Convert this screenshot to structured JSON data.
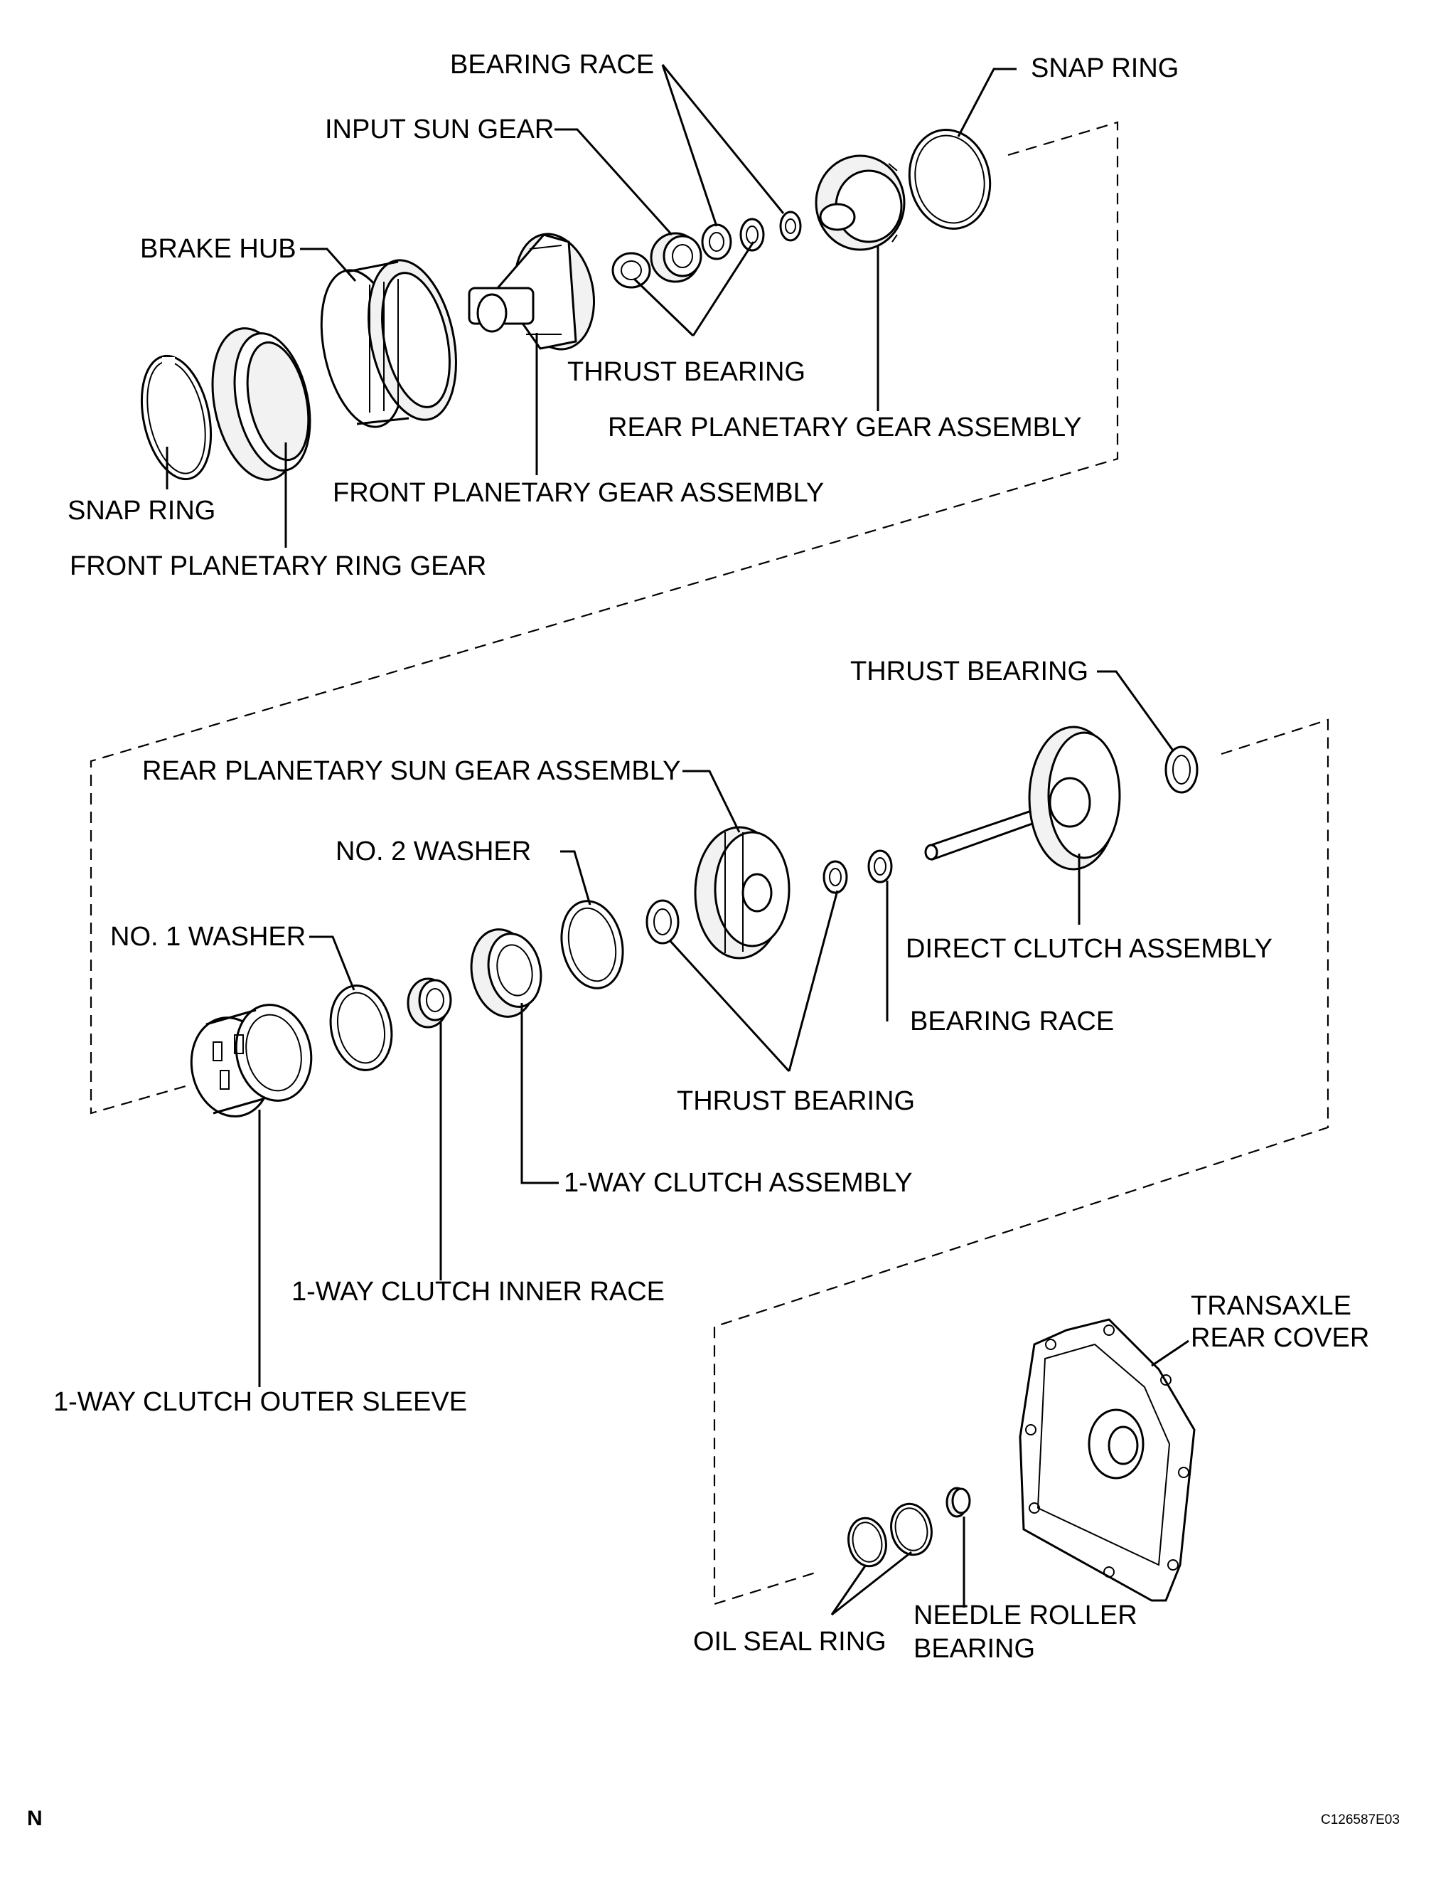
{
  "labels": {
    "bearing_race_top": "BEARING RACE",
    "snap_ring_top": "SNAP RING",
    "input_sun_gear": "INPUT SUN GEAR",
    "brake_hub": "BRAKE HUB",
    "thrust_bearing_top": "THRUST BEARING",
    "rear_planetary_gear_assembly": "REAR PLANETARY GEAR ASSEMBLY",
    "snap_ring_left": "SNAP RING",
    "front_planetary_gear_assembly": "FRONT PLANETARY GEAR ASSEMBLY",
    "front_planetary_ring_gear": "FRONT PLANETARY RING GEAR",
    "thrust_bearing_mid_right": "THRUST BEARING",
    "rear_planetary_sun_gear_assembly": "REAR PLANETARY SUN GEAR ASSEMBLY",
    "no2_washer": "NO. 2 WASHER",
    "no1_washer": "NO. 1 WASHER",
    "direct_clutch_assembly": "DIRECT CLUTCH ASSEMBLY",
    "bearing_race_mid": "BEARING RACE",
    "thrust_bearing_mid": "THRUST BEARING",
    "one_way_clutch_assembly": "1-WAY CLUTCH ASSEMBLY",
    "one_way_clutch_inner_race": "1-WAY CLUTCH INNER RACE",
    "one_way_clutch_outer_sleeve": "1-WAY CLUTCH OUTER SLEEVE",
    "transaxle_rear_cover_1": "TRANSAXLE",
    "transaxle_rear_cover_2": "REAR COVER",
    "oil_seal_ring": "OIL SEAL RING",
    "needle_roller_bearing_1": "NEEDLE ROLLER",
    "needle_roller_bearing_2": "BEARING"
  },
  "footer": {
    "orientation_mark": "N",
    "figure_code": "C126587E03"
  }
}
